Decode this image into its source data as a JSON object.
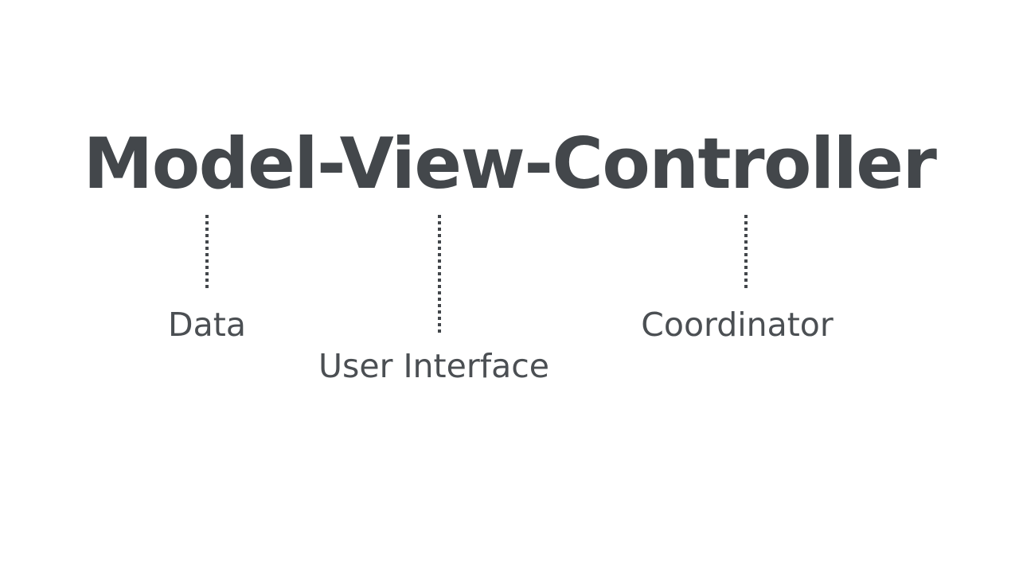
{
  "slide": {
    "background_color": "#ffffff",
    "title": "Model-View-Controller",
    "title_color": "#43474b",
    "label_color": "#4b4f53",
    "connector_color": "#43474b"
  },
  "components": [
    {
      "term": "Model",
      "label": "Data",
      "connector_name": "connector-model"
    },
    {
      "term": "View",
      "label": "User Interface",
      "connector_name": "connector-view"
    },
    {
      "term": "Controller",
      "label": "Coordinator",
      "connector_name": "connector-controller"
    }
  ]
}
